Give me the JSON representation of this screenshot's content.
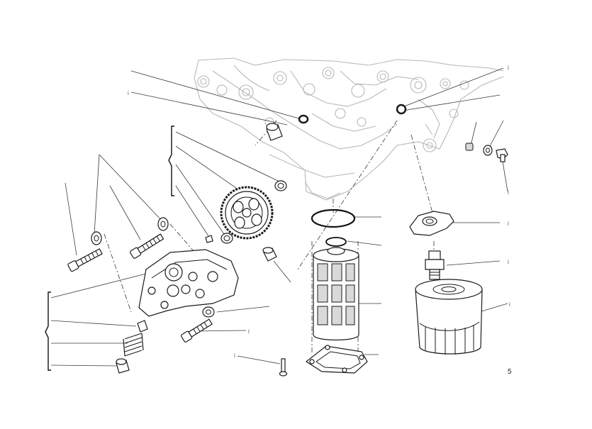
{
  "page": {
    "number": "5",
    "stray_marks": [
      "i",
      "i",
      "i",
      "i",
      "i",
      "i",
      "i",
      "i"
    ]
  },
  "colors": {
    "background": "#ffffff",
    "line_art": "#1a1a1a",
    "engine_outline": "#b8b8b8",
    "leader_lines": "#3a3a3a"
  },
  "parts": [
    "oil-pump-gear",
    "oil-pump-body",
    "pump-bolt-long",
    "pump-bolt-short",
    "sealing-washer",
    "dowel-bushing",
    "woodruff-key",
    "o-ring-large",
    "o-ring-small",
    "oil-filter-mesh",
    "filter-cover-plate",
    "cover-screw",
    "oil-filter-cartridge",
    "filter-union-nipple",
    "filter-bracket",
    "drain-plug",
    "drain-washer",
    "relief-valve-plunger",
    "relief-spring",
    "relief-plug",
    "bolt-small"
  ]
}
